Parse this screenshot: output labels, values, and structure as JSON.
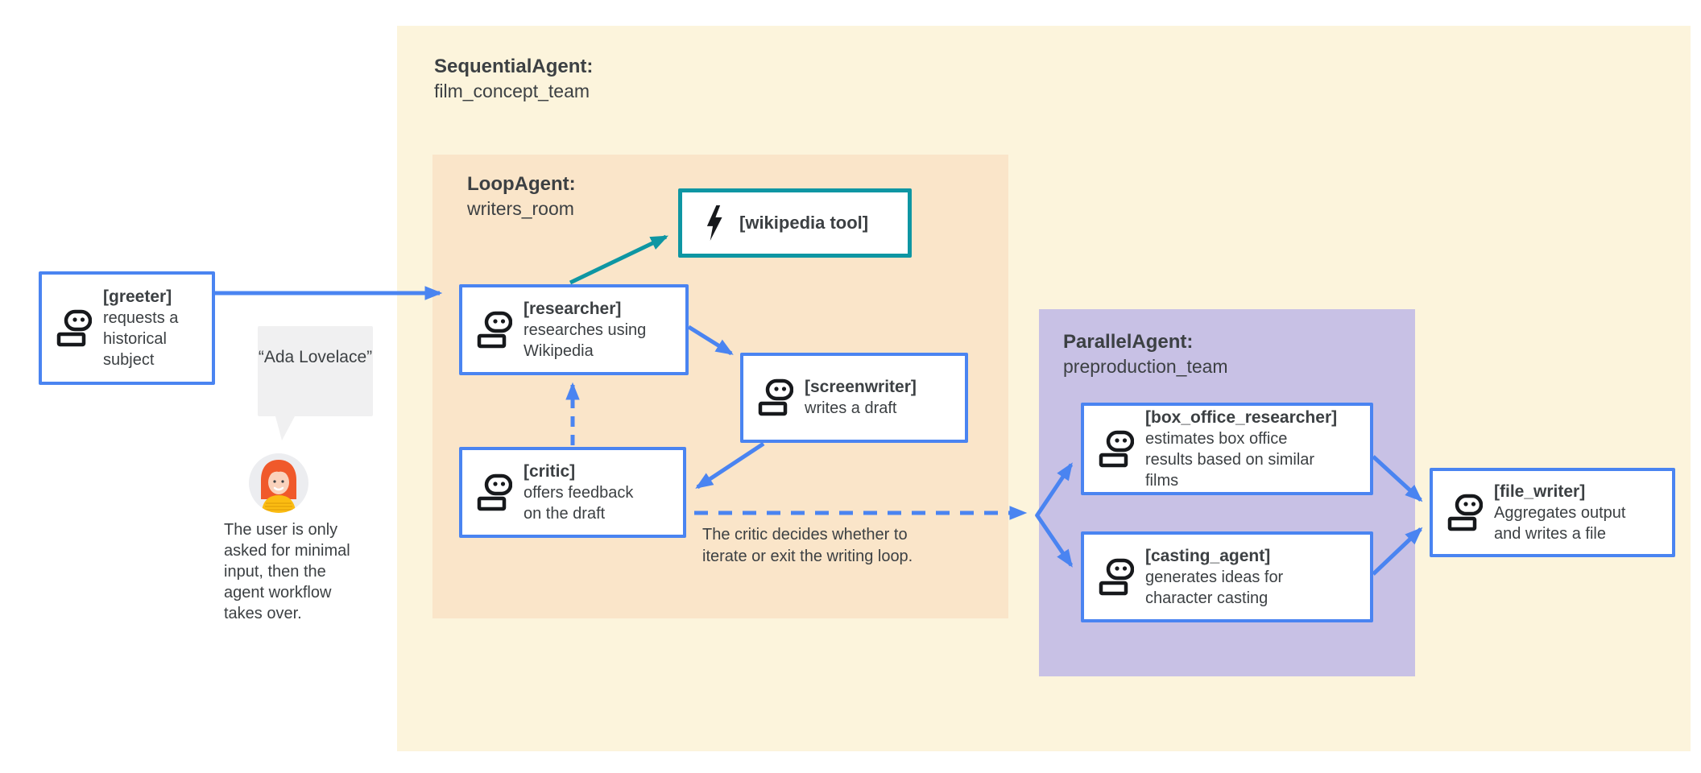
{
  "groups": {
    "sequential": {
      "title": "SequentialAgent:",
      "name": "film_concept_team"
    },
    "loop": {
      "title": "LoopAgent:",
      "name": "writers_room"
    },
    "parallel": {
      "title": "ParallelAgent:",
      "name": "preproduction_team"
    }
  },
  "nodes": {
    "greeter": {
      "title": "[greeter]",
      "desc": "requests a historical subject"
    },
    "wikipedia_tool": {
      "title": "[wikipedia tool]"
    },
    "researcher": {
      "title": "[researcher]",
      "desc": "researches using Wikipedia"
    },
    "screenwriter": {
      "title": "[screenwriter]",
      "desc": "writes a draft"
    },
    "critic": {
      "title": "[critic]",
      "desc": "offers feedback on the draft"
    },
    "box_office_researcher": {
      "title": "[box_office_researcher]",
      "desc": "estimates box office results based on similar films"
    },
    "casting_agent": {
      "title": "[casting_agent]",
      "desc": "generates ideas for character casting"
    },
    "file_writer": {
      "title": "[file_writer]",
      "desc": "Aggregates output and writes a file"
    }
  },
  "annotations": {
    "user_quote": "“Ada Lovelace”",
    "user_note": "The user is only asked for minimal input, then the agent workflow takes over.",
    "loop_note": "The critic decides whether to iterate or exit the writing loop."
  },
  "icons": {
    "robot": "robot-agent-icon",
    "bolt": "lightning-bolt-tool-icon",
    "avatar": "user-avatar"
  },
  "colors": {
    "blue": "#4A84F1",
    "teal": "#0E96A3",
    "yellow-bg": "#FCF4DC",
    "orange-bg": "#FAE5C9",
    "purple-bg": "#C8C1E5",
    "ink": "#3C4043",
    "bubble-gray": "#F0F0F1",
    "icon-black": "#17191C"
  }
}
